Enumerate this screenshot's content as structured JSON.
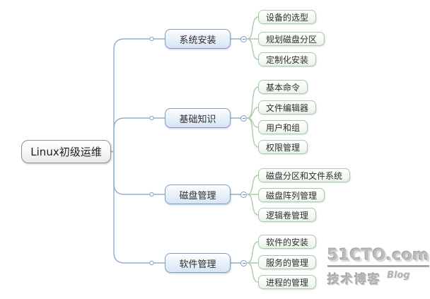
{
  "root": {
    "label": "Linux初级运维"
  },
  "branches": [
    {
      "label": "系统安装",
      "children": [
        "设备的选型",
        "规划磁盘分区",
        "定制化安装"
      ]
    },
    {
      "label": "基础知识",
      "children": [
        "基本命令",
        "文件编辑器",
        "用户和组",
        "权限管理"
      ]
    },
    {
      "label": "磁盘管理",
      "children": [
        "磁盘分区和文件系统",
        "磁盘阵列管理",
        "逻辑卷管理"
      ]
    },
    {
      "label": "软件管理",
      "children": [
        "软件的安装",
        "服务的管理",
        "进程的管理"
      ]
    }
  ],
  "icons": {
    "collapse_toggle": "minus-circle",
    "branch_junction": "open-dot"
  },
  "colors": {
    "background": "#ffffff",
    "root_border": "#919191",
    "branch_border": "#7c9ec6",
    "branch_fill_bottom": "#d7e5f2",
    "leaf_border": "#a9cba9",
    "leaf_fill_bottom": "#e9f3e9",
    "blue_connector": "#93adc8",
    "green_connector": "#a8cba8",
    "watermark_gray": "#b0b0b0"
  },
  "watermark": {
    "brand": "51CTO.com",
    "subtitle": "技术博客",
    "badge": "Blog"
  }
}
